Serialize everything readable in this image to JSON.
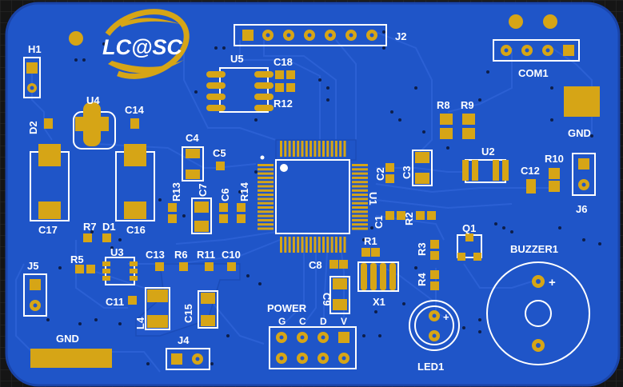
{
  "logo_text": "LC@SC",
  "colors": {
    "background": "#151515",
    "grid": "#2a2a2a",
    "board": "#1f55c8",
    "board_edge": "#1a44a8",
    "trace": "#2d63d6",
    "pad": "#d6a516",
    "pad_dark": "#b88a0f",
    "silk": "#ffffff"
  },
  "labels": {
    "h1": "H1",
    "u4": "U4",
    "c14": "C14",
    "d2": "D2",
    "c17": "C17",
    "c16": "C16",
    "u5": "U5",
    "c18": "C18",
    "r12": "R12",
    "j2": "J2",
    "com1": "COM1",
    "gnd_top": "GND",
    "c4": "C4",
    "c5": "C5",
    "r13": "R13",
    "c7": "C7",
    "c6": "C6",
    "r14": "R14",
    "c2": "C2",
    "c3": "C3",
    "u1": "U1",
    "c1": "C1",
    "r2": "R2",
    "r8": "R8",
    "r9": "R9",
    "u2": "U2",
    "r10": "R10",
    "c12": "C12",
    "j6": "J6",
    "r7": "R7",
    "d1": "D1",
    "r5": "R5",
    "u3": "U3",
    "c13": "C13",
    "r6": "R6",
    "r11": "R11",
    "c10": "C10",
    "j5": "J5",
    "c11": "C11",
    "l4": "L4",
    "c15": "C15",
    "j4": "J4",
    "gnd_bottom": "GND",
    "r1": "R1",
    "c8": "C8",
    "c9": "C9",
    "x1": "X1",
    "power": "POWER",
    "pin_g": "G",
    "pin_c": "C",
    "pin_d": "D",
    "pin_v": "V",
    "r3": "R3",
    "r4": "R4",
    "q1": "Q1",
    "buzzer1": "BUZZER1",
    "led1": "LED1",
    "plus_led": "+",
    "plus_buzzer": "+"
  }
}
